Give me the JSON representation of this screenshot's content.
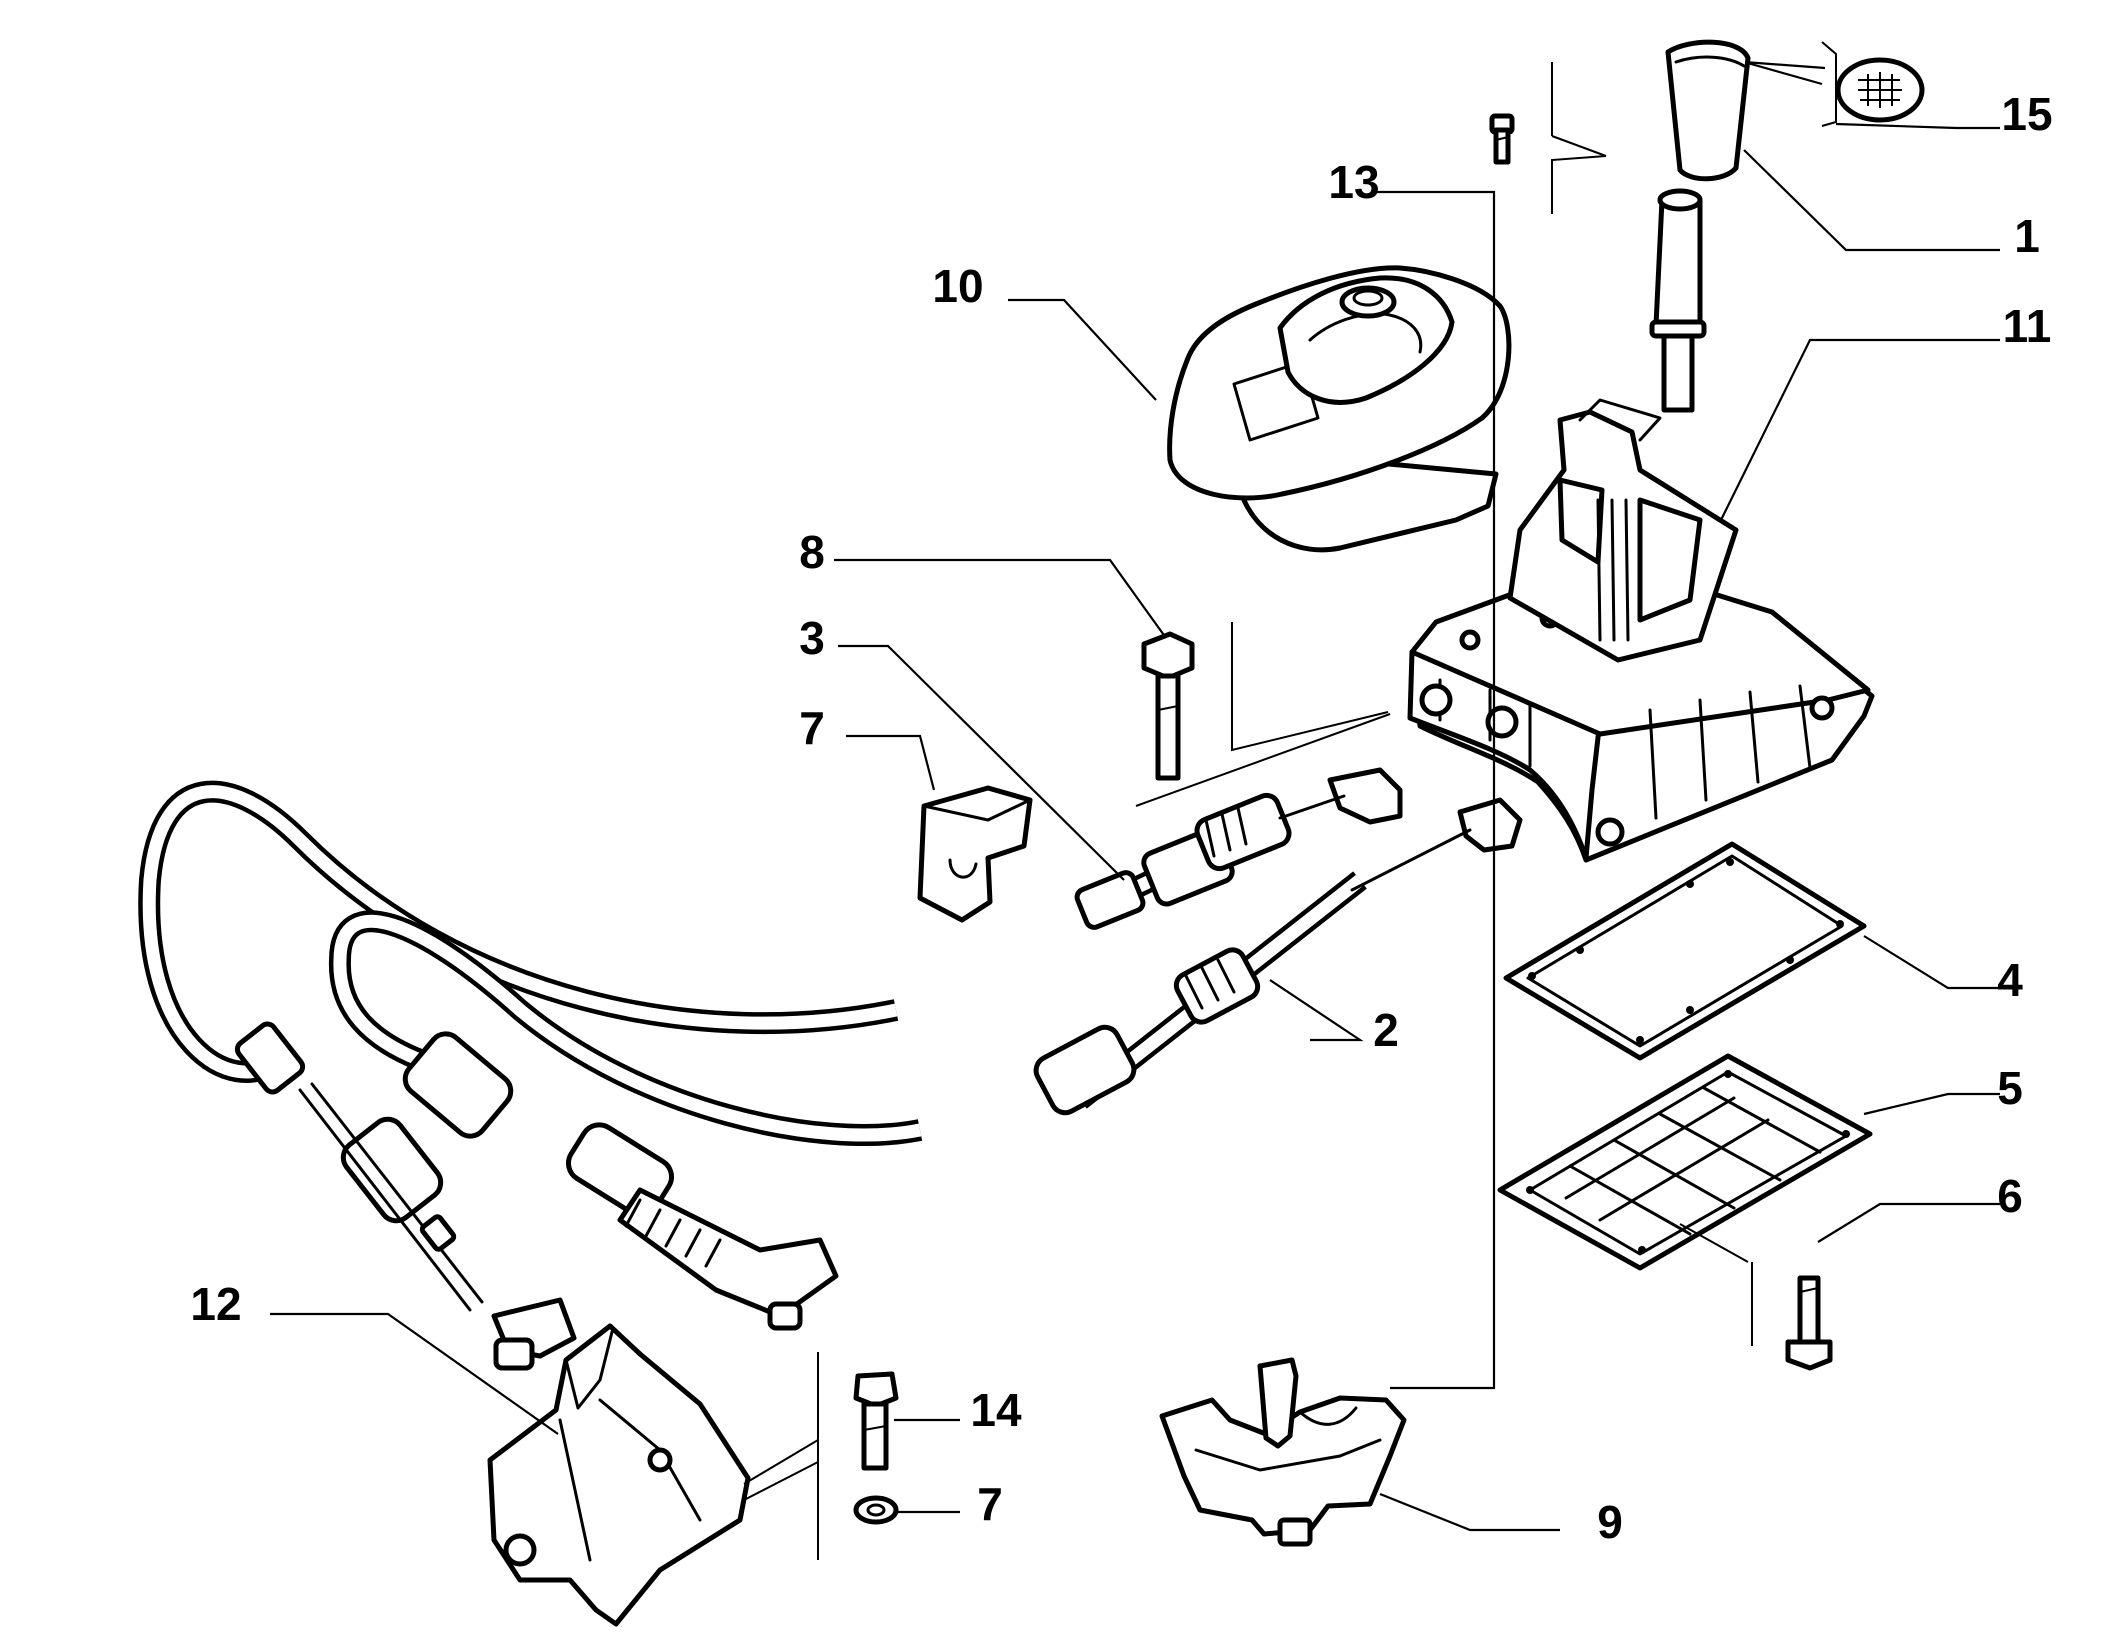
{
  "callouts": [
    {
      "id": "knob",
      "text": "1"
    },
    {
      "id": "cable-selector",
      "text": "2"
    },
    {
      "id": "cable-engage",
      "text": "3"
    },
    {
      "id": "gasket",
      "text": "4"
    },
    {
      "id": "base-plate",
      "text": "5"
    },
    {
      "id": "plate-screw",
      "text": "6"
    },
    {
      "id": "clip-top",
      "text": "7"
    },
    {
      "id": "washer",
      "text": "7"
    },
    {
      "id": "housing-bolt",
      "text": "8"
    },
    {
      "id": "support-bracket",
      "text": "9"
    },
    {
      "id": "boot-cover",
      "text": "10"
    },
    {
      "id": "shifter-housing",
      "text": "11"
    },
    {
      "id": "cable-bracket",
      "text": "12"
    },
    {
      "id": "knob-screw",
      "text": "13"
    },
    {
      "id": "bracket-bolt",
      "text": "14"
    },
    {
      "id": "gear-emblem",
      "text": "15"
    }
  ]
}
